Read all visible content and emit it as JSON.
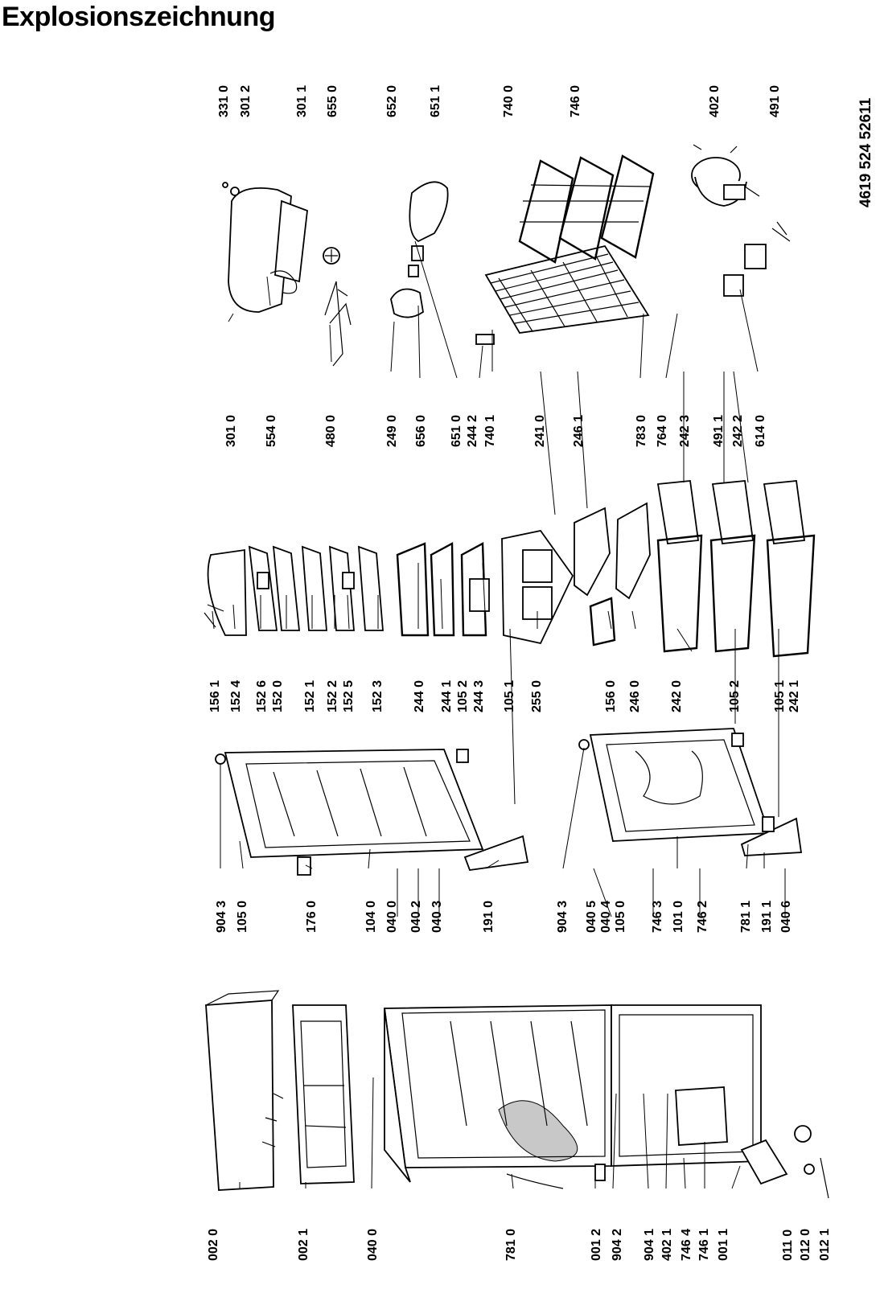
{
  "title": "Explosionszeichnung",
  "document_number": "4619 524 52611",
  "labels": {
    "c1": [
      "331 0",
      "301 2",
      "301 1",
      "655 0",
      "652 0",
      "651 1",
      "740 0",
      "746 0",
      "402 0",
      "491 0"
    ],
    "c2": [
      "301 0",
      "554 0",
      "480 0",
      "249 0",
      "656 0",
      "651 0",
      "244 2",
      "740 1",
      "241 0",
      "246 1",
      "783 0",
      "764 0",
      "242 3",
      "491 1",
      "242 2",
      "614 0"
    ],
    "c3": [
      "156 1",
      "152 4",
      "152 6",
      "152 0",
      "152 1",
      "152 2",
      "152 5",
      "152 3",
      "244 0",
      "244 1",
      "105 2",
      "244 3",
      "105 1",
      "255 0",
      "156 0",
      "246 0",
      "242 0",
      "105 2",
      "105 1",
      "242 1"
    ],
    "c4": [
      "904 3",
      "105 0",
      "176 0",
      "104 0",
      "040 0",
      "040 2",
      "040 3",
      "191 0",
      "904 3",
      "040 5",
      "040 4",
      "105 0",
      "746 3",
      "101 0",
      "746 2",
      "781 1",
      "191 1",
      "040 6"
    ],
    "c5": [
      "002 0",
      "002 1",
      "040 0",
      "781 0",
      "001 2",
      "904 2",
      "904 1",
      "402 1",
      "746 4",
      "746 1",
      "001 1",
      "011 0",
      "012 0",
      "012 1"
    ]
  }
}
